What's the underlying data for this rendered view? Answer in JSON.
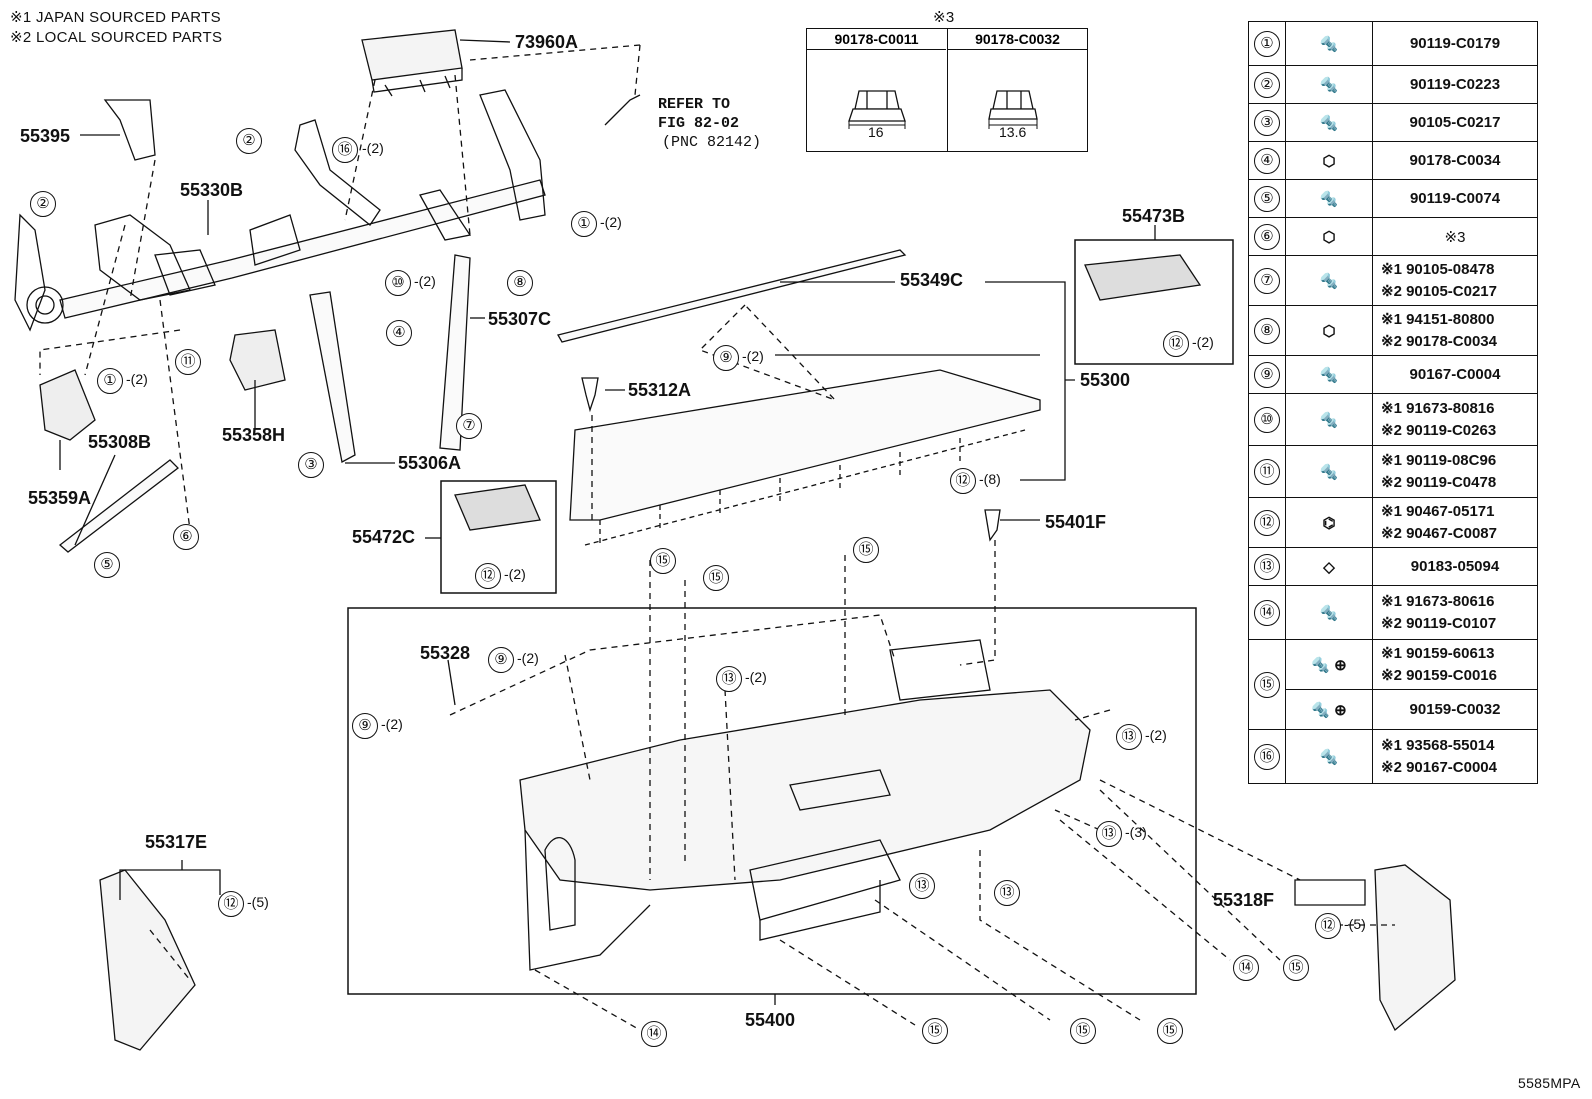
{
  "notes": [
    "※1 JAPAN SOURCED PARTS",
    "※2 LOCAL SOURCED PARTS"
  ],
  "nut_table": {
    "title": "※3",
    "columns": [
      {
        "part": "90178-C0011",
        "size": "16"
      },
      {
        "part": "90178-C0032",
        "size": "13.6"
      }
    ]
  },
  "refer": {
    "line1": "REFER TO",
    "line2": "FIG 82-02",
    "line3": "(PNC 82142)"
  },
  "part_labels": {
    "p73960A": "73960A",
    "p55395": "55395",
    "p55330B": "55330B",
    "p55473B": "55473B",
    "p55349C": "55349C",
    "p55307C": "55307C",
    "p55300": "55300",
    "p55312A": "55312A",
    "p55358H": "55358H",
    "p55308B": "55308B",
    "p55359A": "55359A",
    "p55306A": "55306A",
    "p55472C": "55472C",
    "p55401F": "55401F",
    "p55328": "55328",
    "p55317E": "55317E",
    "p55318F": "55318F",
    "p55400": "55400"
  },
  "callouts": [
    {
      "n": "①",
      "q": "-(2)"
    },
    {
      "n": "②",
      "q": ""
    },
    {
      "n": "③",
      "q": ""
    },
    {
      "n": "④",
      "q": ""
    },
    {
      "n": "⑤",
      "q": ""
    },
    {
      "n": "⑥",
      "q": ""
    },
    {
      "n": "⑦",
      "q": ""
    },
    {
      "n": "⑧",
      "q": ""
    },
    {
      "n": "⑨",
      "q": "-(2)"
    },
    {
      "n": "⑩",
      "q": "-(2)"
    },
    {
      "n": "⑪",
      "q": ""
    },
    {
      "n": "⑫",
      "q": "-(2)"
    },
    {
      "n": "⑬",
      "q": "-(2)"
    },
    {
      "n": "⑭",
      "q": ""
    },
    {
      "n": "⑮",
      "q": ""
    },
    {
      "n": "⑯",
      "q": "-(2)"
    },
    {
      "n": "⑫",
      "q": "-(8)"
    },
    {
      "n": "⑫",
      "q": "-(5)"
    },
    {
      "n": "⑬",
      "q": "-(3)"
    }
  ],
  "fastener_table": [
    {
      "n": "①",
      "icon": "bolt-icon",
      "parts": [
        "90119-C0179"
      ]
    },
    {
      "n": "②",
      "icon": "bolt-icon",
      "parts": [
        "90119-C0223"
      ]
    },
    {
      "n": "③",
      "icon": "bolt-icon",
      "parts": [
        "90105-C0217"
      ]
    },
    {
      "n": "④",
      "icon": "nut-icon",
      "parts": [
        "90178-C0034"
      ]
    },
    {
      "n": "⑤",
      "icon": "bolt-icon",
      "parts": [
        "90119-C0074"
      ]
    },
    {
      "n": "⑥",
      "icon": "nut-icon",
      "parts": [
        "※3"
      ]
    },
    {
      "n": "⑦",
      "icon": "bolt-icon",
      "parts": [
        "※1 90105-08478",
        "※2 90105-C0217"
      ]
    },
    {
      "n": "⑧",
      "icon": "nut-icon",
      "parts": [
        "※1 94151-80800",
        "※2 90178-C0034"
      ]
    },
    {
      "n": "⑨",
      "icon": "screw-icon",
      "parts": [
        "90167-C0004"
      ]
    },
    {
      "n": "⑩",
      "icon": "bolt-icon",
      "parts": [
        "※1 91673-80816",
        "※2 90119-C0263"
      ]
    },
    {
      "n": "⑪",
      "icon": "bolt-icon",
      "parts": [
        "※1 90119-08C96",
        "※2 90119-C0478"
      ]
    },
    {
      "n": "⑫",
      "icon": "clip-icon",
      "parts": [
        "※1 90467-05171",
        "※2 90467-C0087"
      ]
    },
    {
      "n": "⑬",
      "icon": "clip-nut-icon",
      "parts": [
        "90183-05094"
      ]
    },
    {
      "n": "⑭",
      "icon": "bolt-icon",
      "parts": [
        "※1 91673-80616",
        "※2 90119-C0107"
      ]
    },
    {
      "n": "⑮",
      "icon": "screw-icon",
      "parts": [
        "※1 90159-60613",
        "※2 90159-C0016",
        "90159-C0032"
      ]
    },
    {
      "n": "⑯",
      "icon": "screw-icon",
      "parts": [
        "※1 93568-55014",
        "※2 90167-C0004"
      ]
    }
  ],
  "figure_code": "5585MPA"
}
